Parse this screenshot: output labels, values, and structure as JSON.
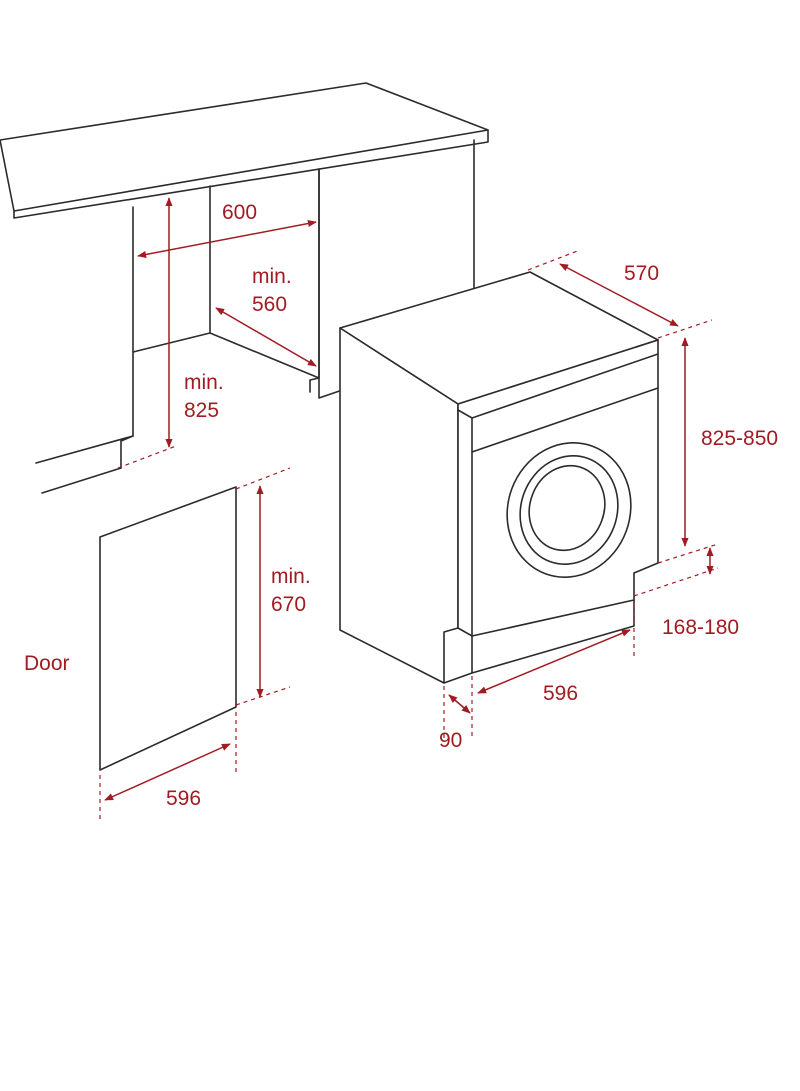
{
  "colors": {
    "line": "#2b2b2b",
    "dimension": "#a01c22",
    "background": "#ffffff"
  },
  "labels": {
    "niche_width": "600",
    "niche_depth_min": "min.",
    "niche_depth_value": "560",
    "niche_height_min": "min.",
    "niche_height_value": "825",
    "door_height_min": "min.",
    "door_height_value": "670",
    "door": "Door",
    "door_width": "596",
    "appliance_depth": "570",
    "appliance_height": "825-850",
    "plinth_height": "168-180",
    "appliance_width": "596",
    "plinth_depth": "90"
  }
}
